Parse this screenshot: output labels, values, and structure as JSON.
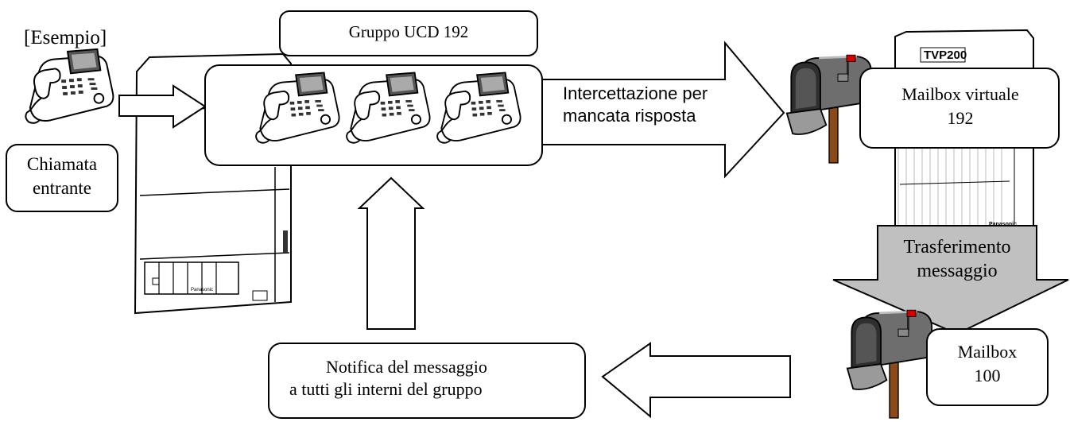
{
  "labels": {
    "example": "[Esempio]",
    "incoming_call_line1": "Chiamata",
    "incoming_call_line2": "entrante",
    "ucd_group": "Gruppo UCD 192",
    "intercept_line1": "Intercettazione per",
    "intercept_line2": "mancata risposta",
    "virtual_mailbox_line1": "Mailbox virtuale",
    "virtual_mailbox_line2": "192",
    "transfer_line1": "Trasferimento",
    "transfer_line2": "messaggio",
    "mailbox_line1": "Mailbox",
    "mailbox_line2": "100",
    "notify_line1": "Notifica del messaggio",
    "notify_line2": "a tutti gli interni del gruppo",
    "vm_unit_brand": "TVP200",
    "brand_small": "Panasonic"
  },
  "colors": {
    "arrow_fill": "#ffffff",
    "transfer_arrow_fill": "#c0c0c0",
    "mailbox_body": "#6e6e6e",
    "mailbox_dark": "#2f2f2f",
    "mailbox_flag": "#d40000",
    "mailbox_post": "#8b4a17",
    "line": "#000000"
  },
  "icons": [
    "telephone-icon",
    "pbx-cabinet-icon",
    "voicemail-unit-icon",
    "mailbox-icon"
  ]
}
